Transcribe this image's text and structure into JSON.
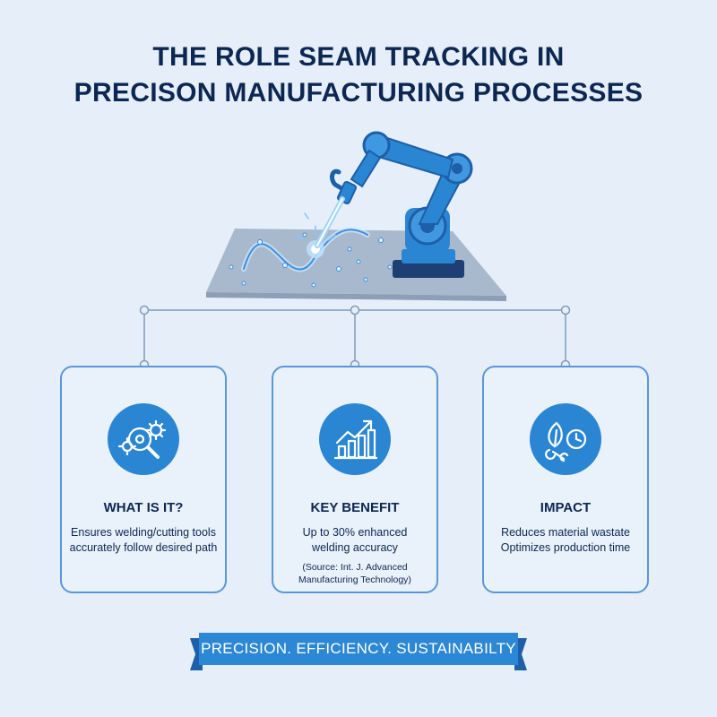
{
  "title": {
    "line1": "THE ROLE SEAM TRACKING IN",
    "line2": "PRECISON MANUFACTURING PROCESSES"
  },
  "cards": [
    {
      "icon": "magnifier-gears-icon",
      "heading": "WHAT IS IT?",
      "desc_lines": [
        "Ensures welding/cutting tools",
        "accurately follow desired path"
      ]
    },
    {
      "icon": "bar-chart-growth-icon",
      "heading": "KEY BENEFIT",
      "desc_lines": [
        "Up to 30% enhanced",
        "welding accuracy"
      ],
      "source_lines": [
        "(Source: Int. J. Advanced",
        "Manufacturing Technology)"
      ]
    },
    {
      "icon": "leaf-wrench-clock-icon",
      "heading": "IMPACT",
      "desc_lines": [
        "Reduces material wastate",
        "Optimizes production time"
      ]
    }
  ],
  "banner": {
    "text": "PRECISION. EFFICIENCY. SUSTAINABILTY"
  },
  "colors": {
    "background": "#e6eff9",
    "navy": "#0c2752",
    "accent": "#2a86d2",
    "card_border": "#5a97d8"
  }
}
